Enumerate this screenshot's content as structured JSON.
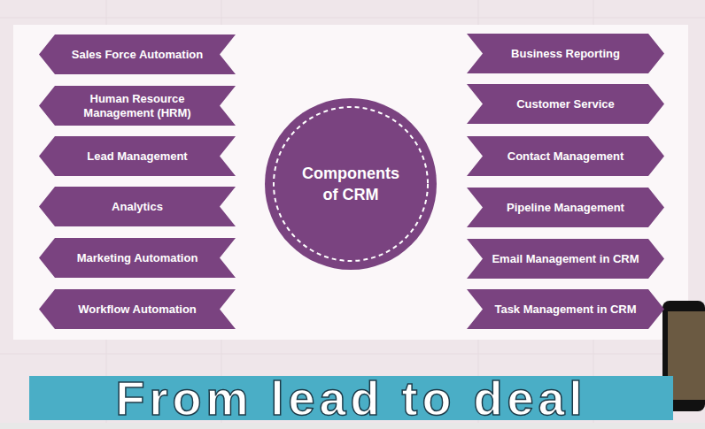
{
  "diagram": {
    "nodes": [
      {
        "text": [
          "Components of CRM"
        ]
      },
      {
        "text": [
          "Sales Force Automation"
        ]
      },
      {
        "text": [
          "Human Resource Management (HRM)"
        ]
      },
      {
        "text": [
          "Lead Management"
        ]
      },
      {
        "text": [
          "Analytics"
        ]
      },
      {
        "text": [
          "Marketing Automation"
        ]
      },
      {
        "text": [
          "Workflow Automation"
        ]
      },
      {
        "text": [
          "Business Reporting"
        ]
      },
      {
        "text": [
          "Customer Service"
        ]
      },
      {
        "text": [
          "Contact Management"
        ]
      },
      {
        "text": [
          "Pipeline Management"
        ]
      },
      {
        "text": [
          "Email Management in CRM"
        ]
      },
      {
        "text": [
          "Task Management in CRM"
        ]
      },
      {
        "text": [
          "From lead to deal"
        ]
      }
    ]
  }
}
